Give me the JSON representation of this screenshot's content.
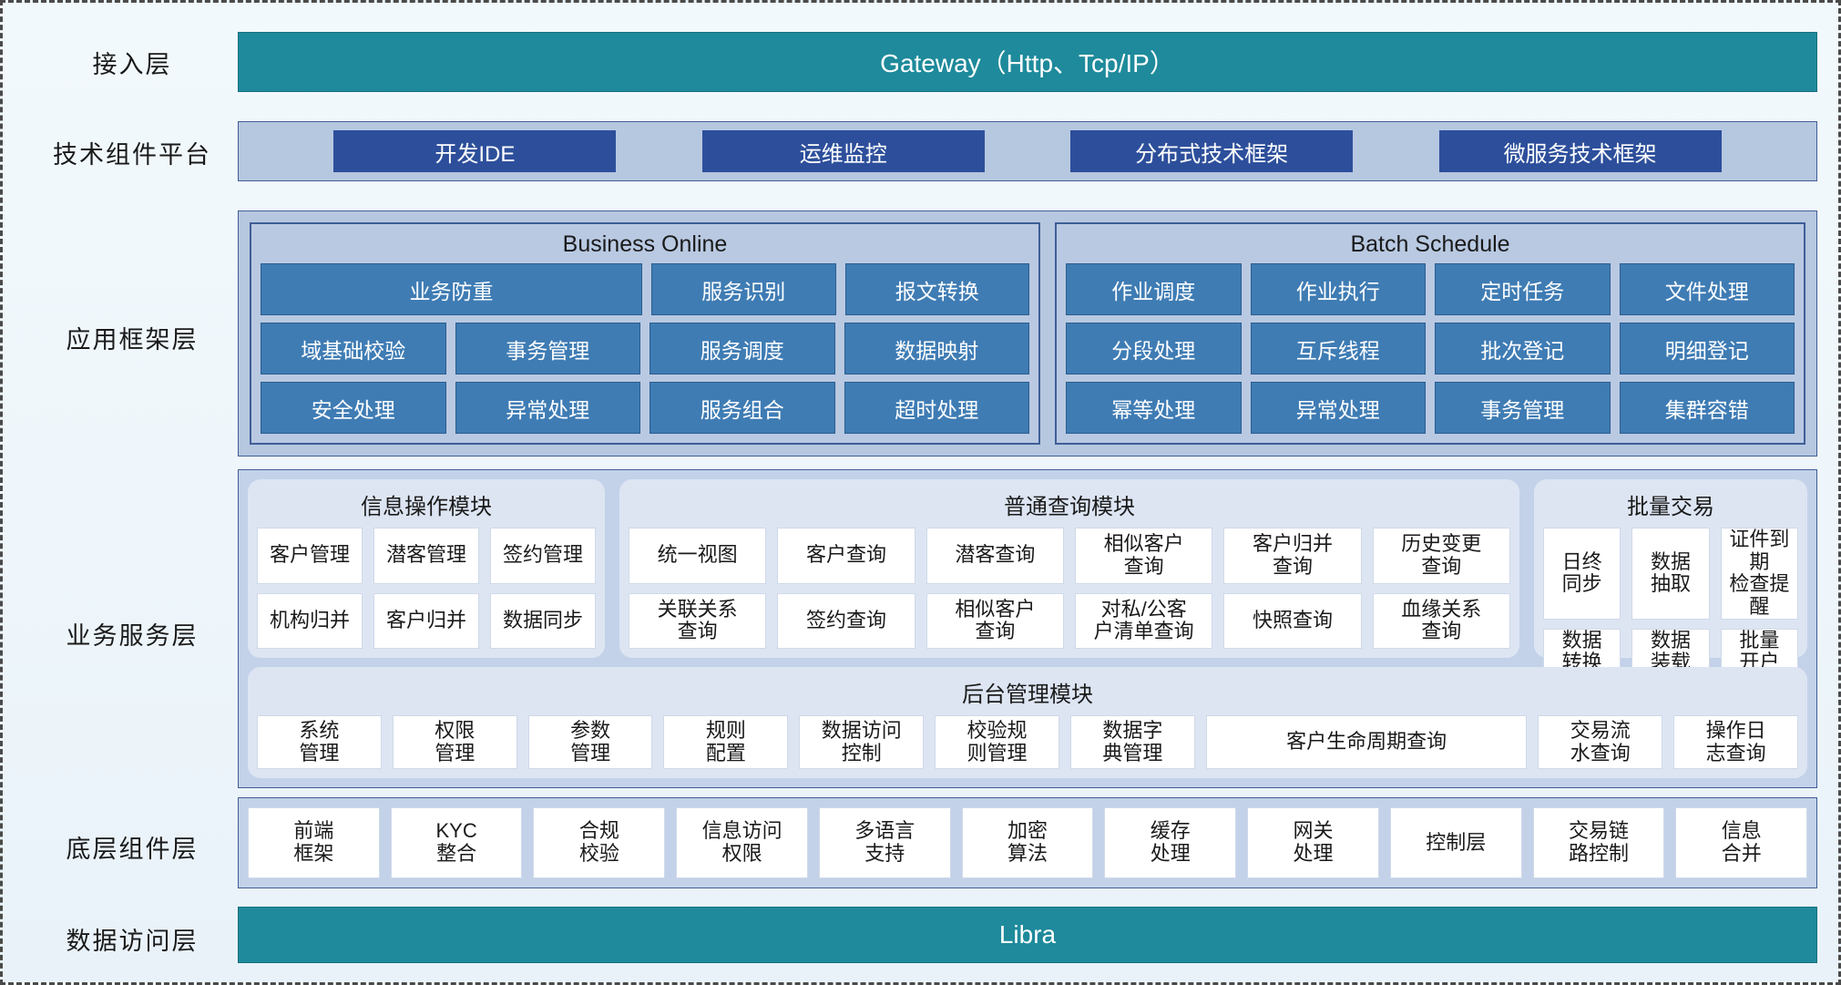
{
  "layers": [
    {
      "id": "access",
      "label": "接入层"
    },
    {
      "id": "tech",
      "label": "技术组件平台"
    },
    {
      "id": "appframe",
      "label": "应用框架层"
    },
    {
      "id": "bizservice",
      "label": "业务服务层"
    },
    {
      "id": "bottom",
      "label": "底层组件层"
    },
    {
      "id": "dataaccess",
      "label": "数据访问层"
    }
  ],
  "gateway": {
    "title": "Gateway（Http、Tcp/IP）"
  },
  "tech_platform": {
    "buttons": [
      "开发IDE",
      "运维监控",
      "分布式技术框架",
      "微服务技术框架"
    ]
  },
  "app_framework": {
    "groups": [
      {
        "title": "Business Online",
        "rows": [
          [
            {
              "label": "业务防重",
              "span": 2
            },
            {
              "label": "服务识别",
              "span": 1
            },
            {
              "label": "报文转换",
              "span": 1
            }
          ],
          [
            {
              "label": "域基础校验",
              "span": 1
            },
            {
              "label": "事务管理",
              "span": 1
            },
            {
              "label": "服务调度",
              "span": 1
            },
            {
              "label": "数据映射",
              "span": 1
            }
          ],
          [
            {
              "label": "安全处理",
              "span": 1
            },
            {
              "label": "异常处理",
              "span": 1
            },
            {
              "label": "服务组合",
              "span": 1
            },
            {
              "label": "超时处理",
              "span": 1
            }
          ]
        ]
      },
      {
        "title": "Batch Schedule",
        "rows": [
          [
            {
              "label": "作业调度",
              "span": 1
            },
            {
              "label": "作业执行",
              "span": 1
            },
            {
              "label": "定时任务",
              "span": 1
            },
            {
              "label": "文件处理",
              "span": 1
            }
          ],
          [
            {
              "label": "分段处理",
              "span": 1
            },
            {
              "label": "互斥线程",
              "span": 1
            },
            {
              "label": "批次登记",
              "span": 1
            },
            {
              "label": "明细登记",
              "span": 1
            }
          ],
          [
            {
              "label": "幂等处理",
              "span": 1
            },
            {
              "label": "异常处理",
              "span": 1
            },
            {
              "label": "事务管理",
              "span": 1
            },
            {
              "label": "集群容错",
              "span": 1
            }
          ]
        ]
      }
    ]
  },
  "business_service": {
    "top_groups": [
      {
        "title": "信息操作模块",
        "rows": [
          [
            "客户管理",
            "潜客管理",
            "签约管理"
          ],
          [
            "机构归并",
            "客户归并",
            "数据同步"
          ]
        ]
      },
      {
        "title": "普通查询模块",
        "rows": [
          [
            "统一视图",
            "客户查询",
            "潜客查询",
            "相似客户\n查询",
            "客户归并\n查询",
            "历史变更\n查询"
          ],
          [
            "关联关系\n查询",
            "签约查询",
            "相似客户\n查询",
            "对私/公客\n户清单查询",
            "快照查询",
            "血缘关系\n查询"
          ]
        ]
      },
      {
        "title": "批量交易",
        "rows": [
          [
            "日终\n同步",
            "数据\n抽取",
            "证件到期\n检查提醒"
          ],
          [
            "数据\n转换",
            "数据\n装载",
            "批量\n开户"
          ]
        ]
      }
    ],
    "bottom_group": {
      "title": "后台管理模块",
      "cells": [
        {
          "label": "系统\n管理",
          "wide": false
        },
        {
          "label": "权限\n管理",
          "wide": false
        },
        {
          "label": "参数\n管理",
          "wide": false
        },
        {
          "label": "规则\n配置",
          "wide": false
        },
        {
          "label": "数据访问\n控制",
          "wide": false
        },
        {
          "label": "校验规\n则管理",
          "wide": false
        },
        {
          "label": "数据字\n典管理",
          "wide": false
        },
        {
          "label": "客户生命周期查询",
          "wide": true
        },
        {
          "label": "交易流\n水查询",
          "wide": false
        },
        {
          "label": "操作日\n志查询",
          "wide": false
        }
      ]
    }
  },
  "bottom_components": {
    "cells": [
      "前端\n框架",
      "KYC\n整合",
      "合规\n校验",
      "信息访问\n权限",
      "多语言\n支持",
      "加密\n算法",
      "缓存\n处理",
      "网关\n处理",
      "控制层",
      "交易链\n路控制",
      "信息\n合并"
    ]
  },
  "data_access": {
    "title": "Libra"
  },
  "colors": {
    "teal": "#1e8a9b",
    "dark_blue": "#2d4f9b",
    "mid_blue": "#3f7cb4",
    "band_blue": "#b6c7e0",
    "panel_blue": "#c3d2e9",
    "group_blue": "#dde5f3",
    "page_bg": "#eef6fb"
  }
}
